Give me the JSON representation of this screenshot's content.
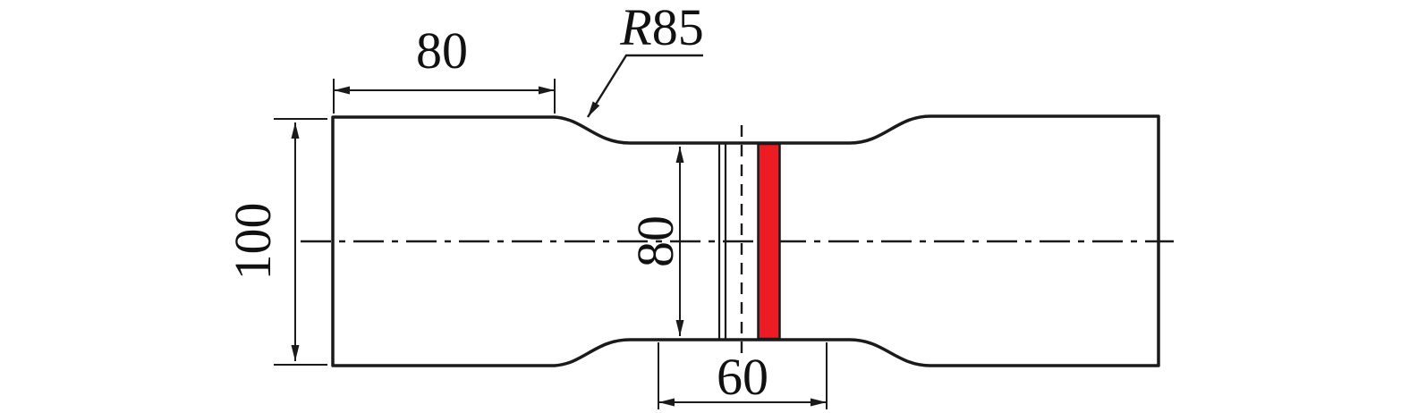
{
  "diagram": {
    "type": "engineering-drawing",
    "subject": "welded-tensile-specimen",
    "dimensions": {
      "grip_length_label": "80",
      "fillet_radius_prefix": "R",
      "fillet_radius_value": "85",
      "specimen_width_label": "100",
      "reduced_width_label": "80",
      "weld_zone_length_label": "60"
    },
    "colors": {
      "outline": "#1a1a1a",
      "weld_strip": "#ed1c24"
    }
  }
}
